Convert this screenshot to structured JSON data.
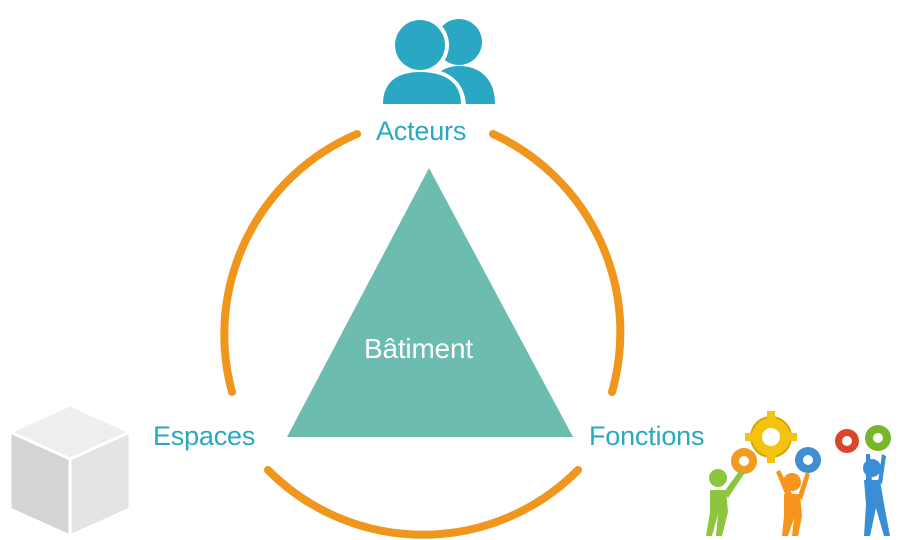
{
  "labels": {
    "top": "Acteurs",
    "left": "Espaces",
    "right": "Fonctions",
    "center": "Bâtiment"
  },
  "icons": {
    "top": "people-icon",
    "left": "cube-icon",
    "right": "gears-team-icon"
  },
  "colors": {
    "ring": "#f0961c",
    "triangle": "#6dbcb0",
    "label": "#2aa8c3",
    "center_text": "#ffffff",
    "people": "#2aa8c3",
    "cube": "#d9d9d9"
  }
}
